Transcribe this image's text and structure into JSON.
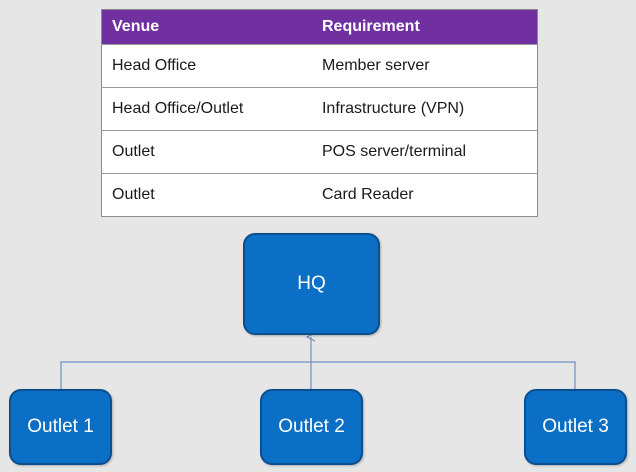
{
  "table": {
    "headers": [
      "Venue",
      "Requirement"
    ],
    "rows": [
      [
        "Head Office",
        "Member server"
      ],
      [
        "Head Office/Outlet",
        "Infrastructure (VPN)"
      ],
      [
        "Outlet",
        "POS server/terminal"
      ],
      [
        "Outlet",
        "Card Reader"
      ]
    ]
  },
  "diagram": {
    "hq": "HQ",
    "outlets": [
      "Outlet 1",
      "Outlet 2",
      "Outlet 3"
    ]
  },
  "colors": {
    "header_bg": "#7030a0",
    "node_fill": "#0b6fc6",
    "connector": "#6f8fc7"
  }
}
